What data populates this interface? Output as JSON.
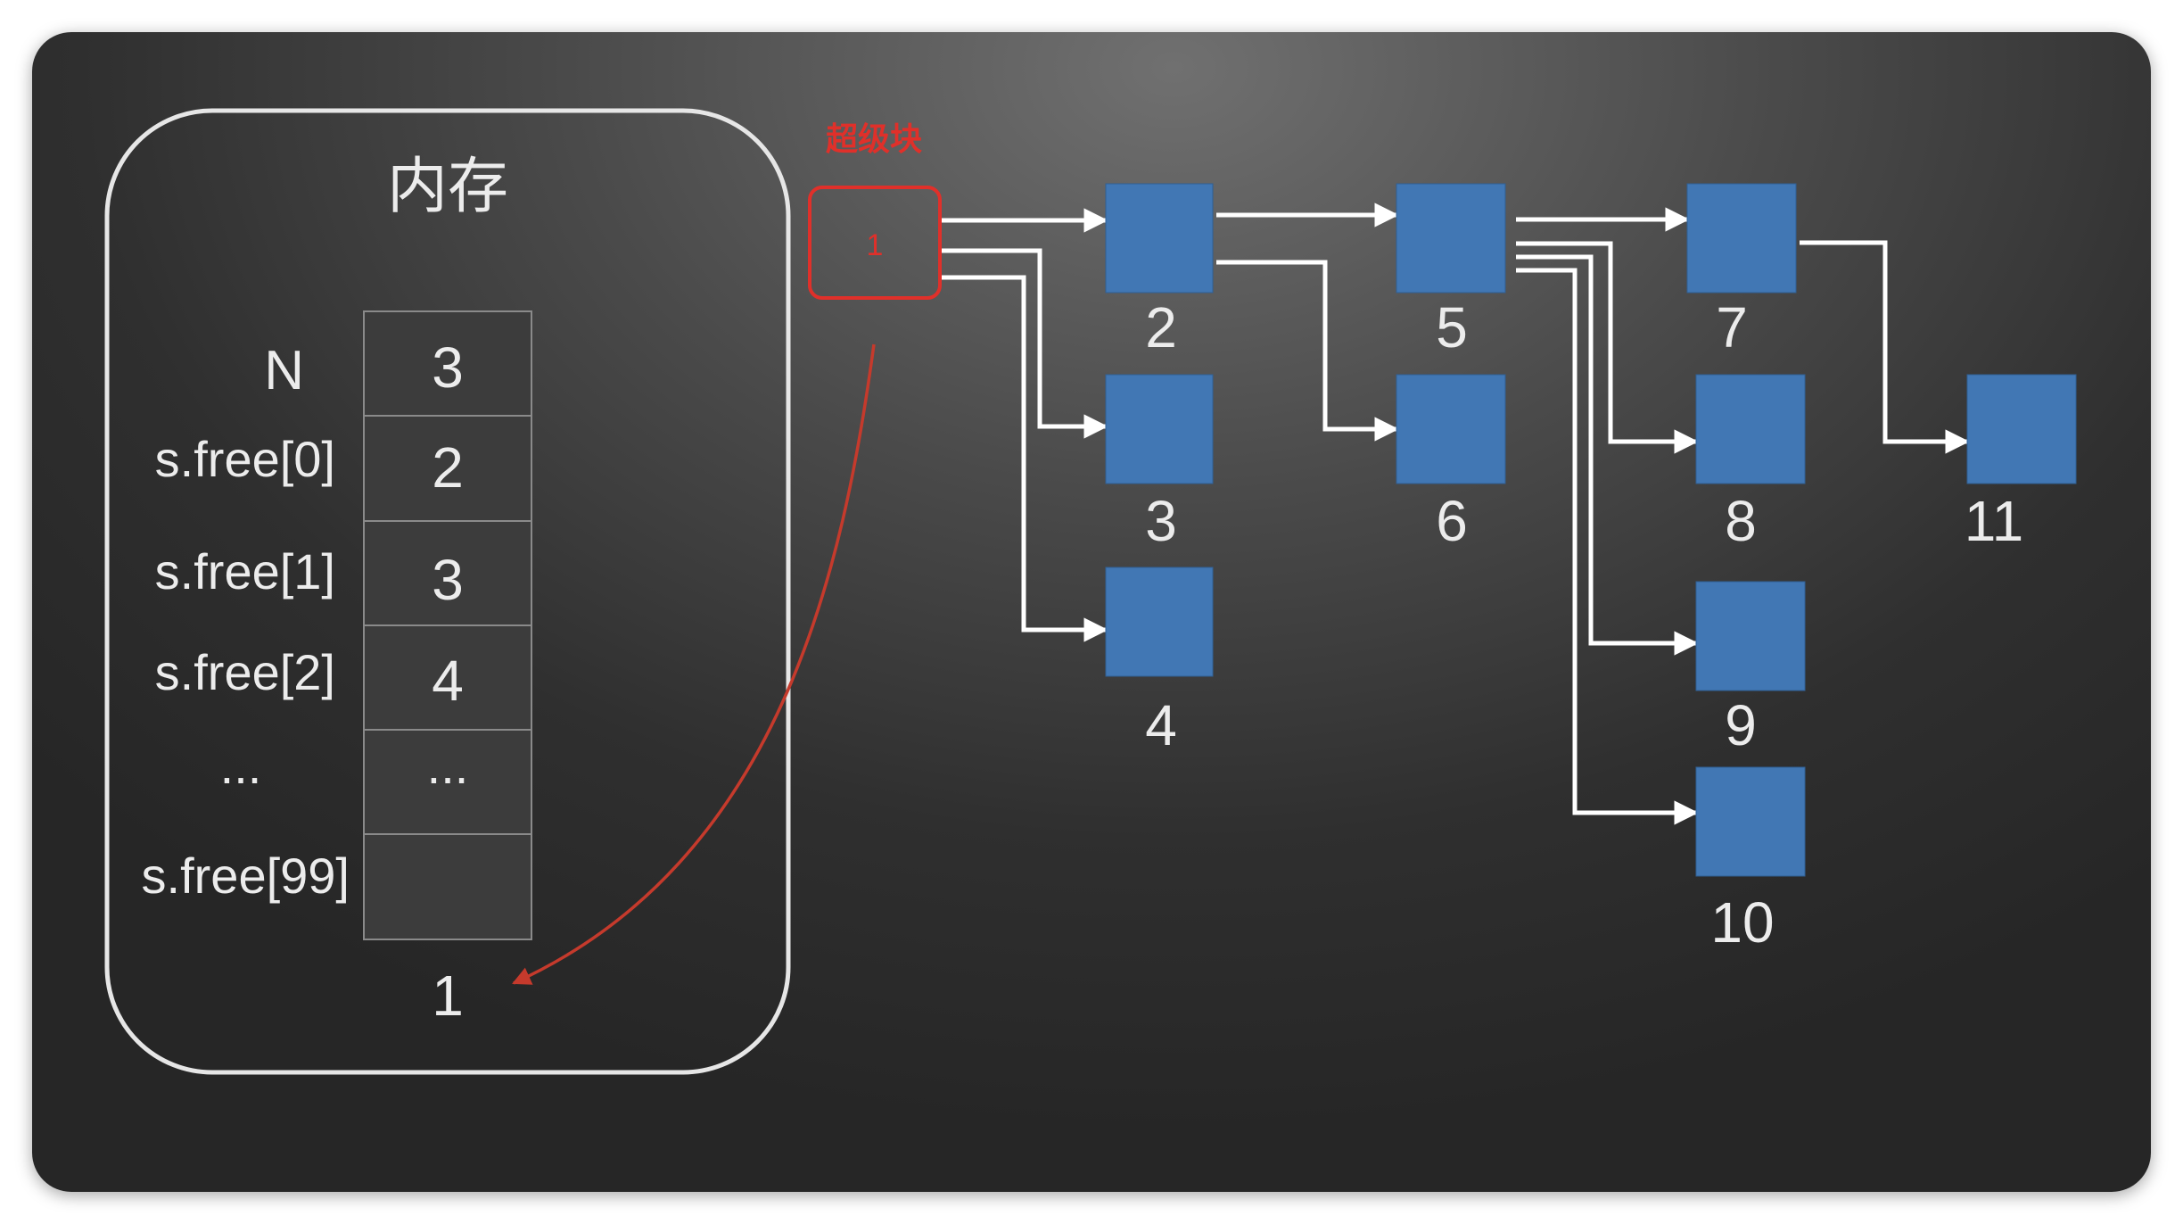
{
  "memory": {
    "title": "内存",
    "rows": [
      {
        "label": "N",
        "value": "3"
      },
      {
        "label": "s.free[0]",
        "value": "2"
      },
      {
        "label": "s.free[1]",
        "value": "3"
      },
      {
        "label": "s.free[2]",
        "value": "4"
      },
      {
        "label": "...",
        "value": "..."
      },
      {
        "label": "s.free[99]",
        "value": ""
      }
    ],
    "below_value": "1"
  },
  "superblock": {
    "label": "超级块",
    "value": "1",
    "color": "#e0302a"
  },
  "blocks": [
    "2",
    "3",
    "4",
    "5",
    "6",
    "7",
    "8",
    "9",
    "10",
    "11"
  ],
  "colors": {
    "block_fill": "#4177b4",
    "arrow": "#ffffff",
    "memory_arrow": "#c53a2c"
  }
}
